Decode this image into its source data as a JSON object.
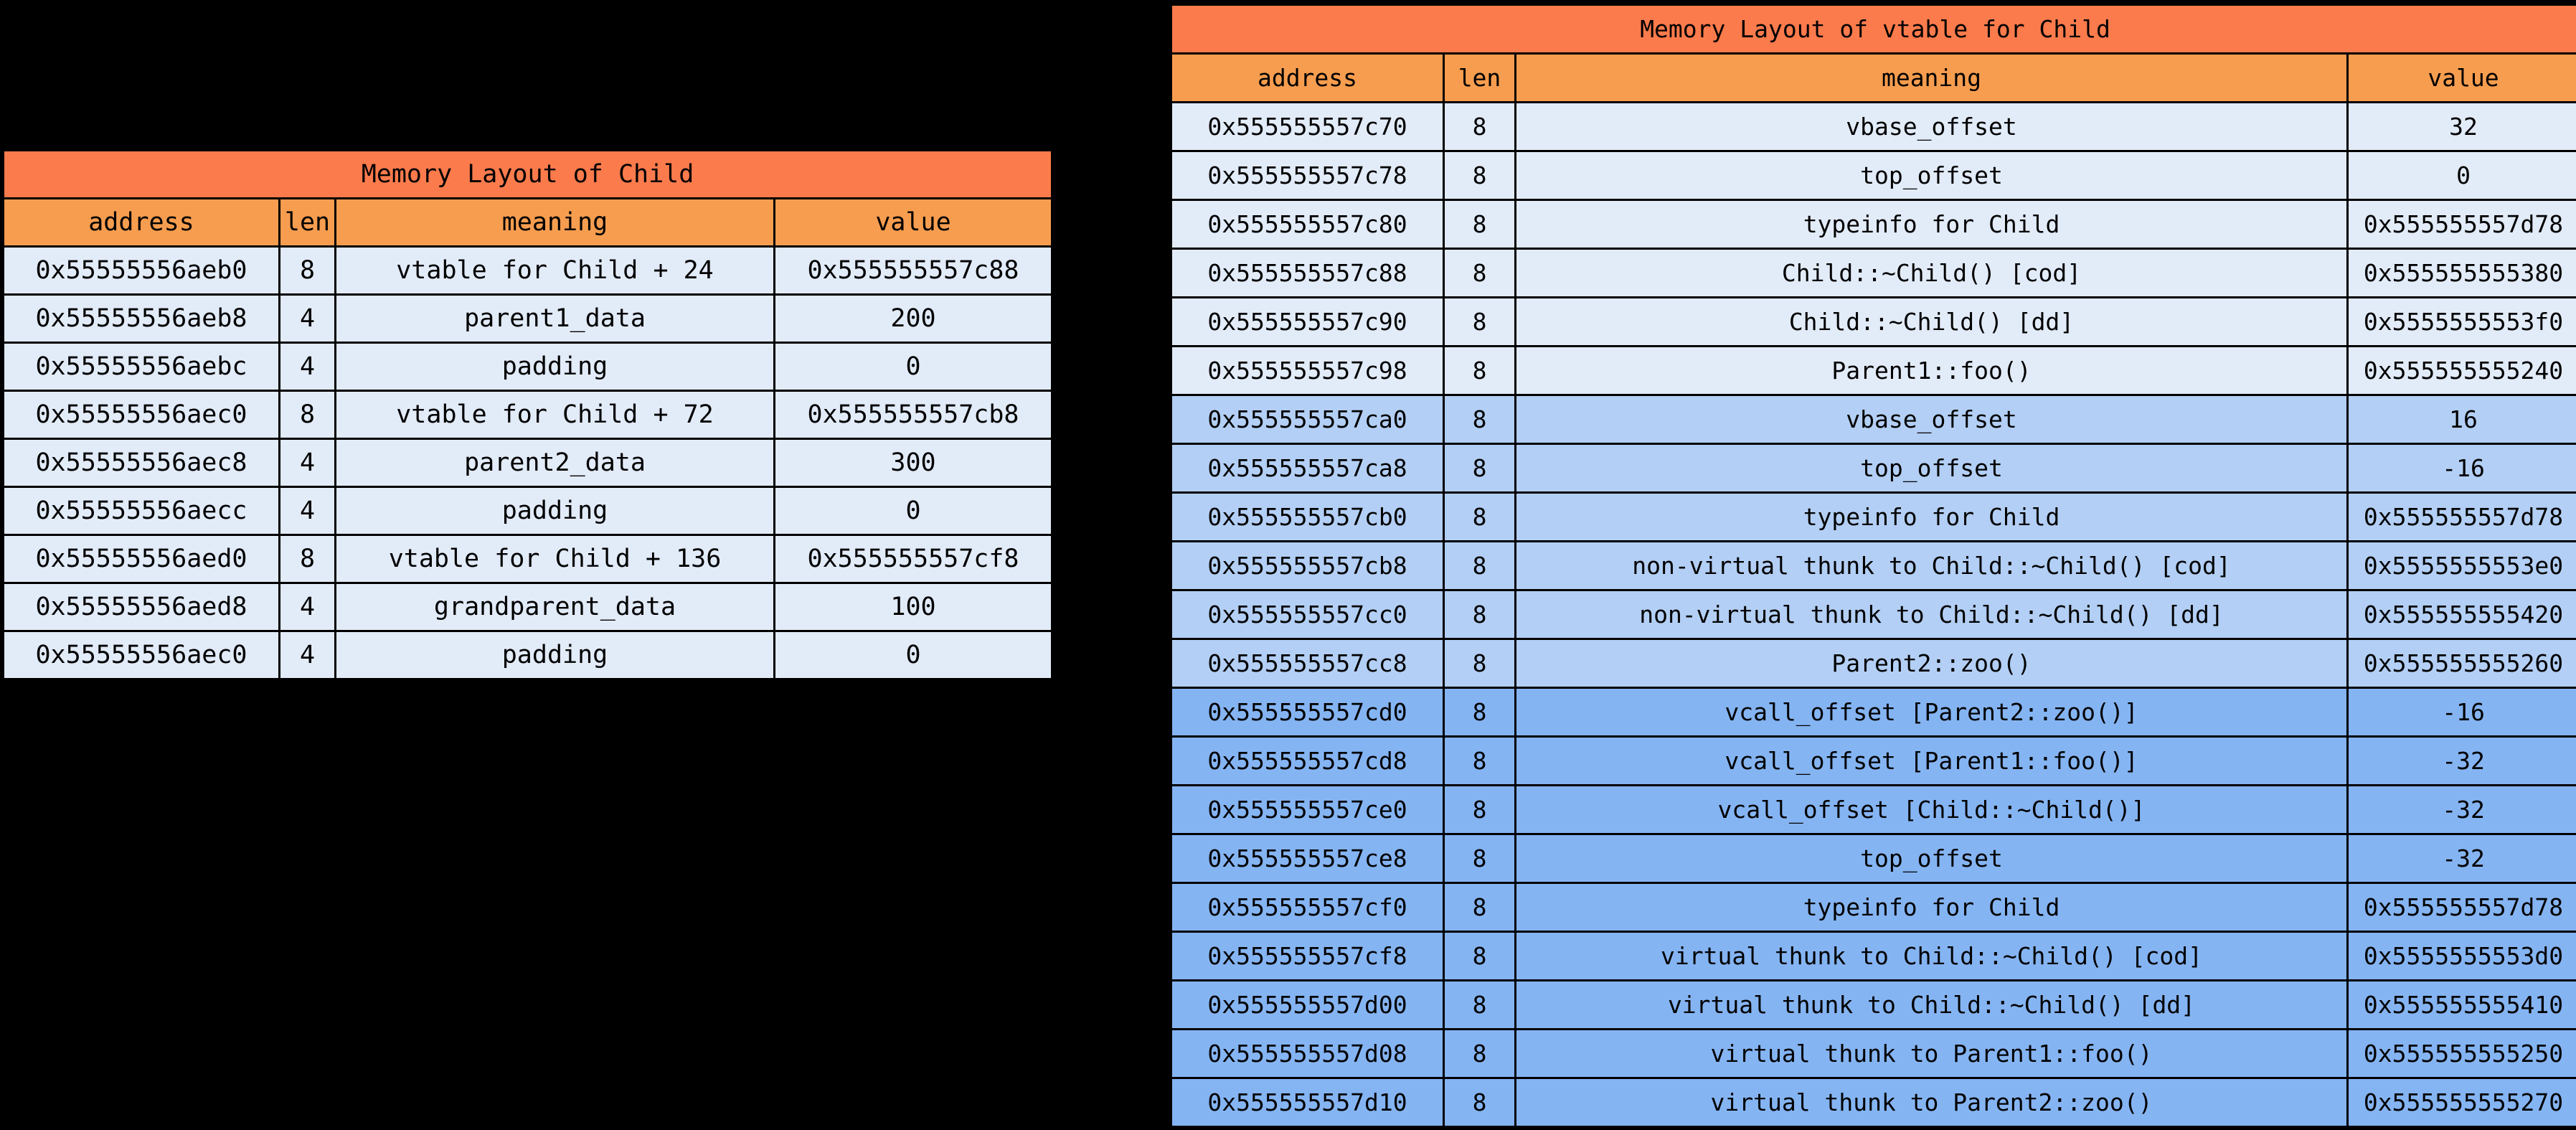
{
  "tables": [
    {
      "id": "memory-layout-of-child",
      "title": "Memory Layout of Child",
      "columns": [
        "address",
        "len",
        "meaning",
        "value"
      ],
      "colors": {
        "title_bg": "#FC7B4C",
        "header_bg": "#F79D4F",
        "group_light": "#E2EBF8",
        "border": "#000000"
      },
      "rows": [
        {
          "address": "0x55555556aeb0",
          "len": "8",
          "meaning": "vtable for Child + 24",
          "value": "0x555555557c88",
          "group": "light"
        },
        {
          "address": "0x55555556aeb8",
          "len": "4",
          "meaning": "parent1_data",
          "value": "200",
          "group": "light"
        },
        {
          "address": "0x55555556aebc",
          "len": "4",
          "meaning": "padding",
          "value": "0",
          "group": "light"
        },
        {
          "address": "0x55555556aec0",
          "len": "8",
          "meaning": "vtable for Child + 72",
          "value": "0x555555557cb8",
          "group": "light"
        },
        {
          "address": "0x55555556aec8",
          "len": "4",
          "meaning": "parent2_data",
          "value": "300",
          "group": "light"
        },
        {
          "address": "0x55555556aecc",
          "len": "4",
          "meaning": "padding",
          "value": "0",
          "group": "light"
        },
        {
          "address": "0x55555556aed0",
          "len": "8",
          "meaning": "vtable for Child + 136",
          "value": "0x555555557cf8",
          "group": "light"
        },
        {
          "address": "0x55555556aed8",
          "len": "4",
          "meaning": "grandparent_data",
          "value": "100",
          "group": "light"
        },
        {
          "address": "0x55555556aec0",
          "len": "4",
          "meaning": "padding",
          "value": "0",
          "group": "light"
        }
      ]
    },
    {
      "id": "memory-layout-of-vtable-for-child",
      "title": "Memory Layout of vtable for Child",
      "columns": [
        "address",
        "len",
        "meaning",
        "value"
      ],
      "colors": {
        "title_bg": "#FC7B4C",
        "header_bg": "#F79D4F",
        "group_light": "#E2EBF8",
        "group_mid": "#B3CFF5",
        "group_dark": "#85B4F2",
        "border": "#000000"
      },
      "rows": [
        {
          "address": "0x555555557c70",
          "len": "8",
          "meaning": "vbase_offset",
          "value": "32",
          "group": "light"
        },
        {
          "address": "0x555555557c78",
          "len": "8",
          "meaning": "top_offset",
          "value": "0",
          "group": "light"
        },
        {
          "address": "0x555555557c80",
          "len": "8",
          "meaning": "typeinfo for Child",
          "value": "0x555555557d78",
          "group": "light"
        },
        {
          "address": "0x555555557c88",
          "len": "8",
          "meaning": "Child::~Child() [cod]",
          "value": "0x555555555380",
          "group": "light"
        },
        {
          "address": "0x555555557c90",
          "len": "8",
          "meaning": "Child::~Child() [dd]",
          "value": "0x5555555553f0",
          "group": "light"
        },
        {
          "address": "0x555555557c98",
          "len": "8",
          "meaning": "Parent1::foo()",
          "value": "0x555555555240",
          "group": "light"
        },
        {
          "address": "0x555555557ca0",
          "len": "8",
          "meaning": "vbase_offset",
          "value": "16",
          "group": "mid"
        },
        {
          "address": "0x555555557ca8",
          "len": "8",
          "meaning": "top_offset",
          "value": "-16",
          "group": "mid"
        },
        {
          "address": "0x555555557cb0",
          "len": "8",
          "meaning": "typeinfo for Child",
          "value": "0x555555557d78",
          "group": "mid"
        },
        {
          "address": "0x555555557cb8",
          "len": "8",
          "meaning": "non-virtual thunk to Child::~Child() [cod]",
          "value": "0x5555555553e0",
          "group": "mid"
        },
        {
          "address": "0x555555557cc0",
          "len": "8",
          "meaning": "non-virtual thunk to Child::~Child() [dd]",
          "value": "0x555555555420",
          "group": "mid"
        },
        {
          "address": "0x555555557cc8",
          "len": "8",
          "meaning": "Parent2::zoo()",
          "value": "0x555555555260",
          "group": "mid"
        },
        {
          "address": "0x555555557cd0",
          "len": "8",
          "meaning": "vcall_offset [Parent2::zoo()]",
          "value": "-16",
          "group": "dark"
        },
        {
          "address": "0x555555557cd8",
          "len": "8",
          "meaning": "vcall_offset [Parent1::foo()]",
          "value": "-32",
          "group": "dark"
        },
        {
          "address": "0x555555557ce0",
          "len": "8",
          "meaning": "vcall_offset [Child::~Child()]",
          "value": "-32",
          "group": "dark"
        },
        {
          "address": "0x555555557ce8",
          "len": "8",
          "meaning": "top_offset",
          "value": "-32",
          "group": "dark"
        },
        {
          "address": "0x555555557cf0",
          "len": "8",
          "meaning": "typeinfo for Child",
          "value": "0x555555557d78",
          "group": "dark"
        },
        {
          "address": "0x555555557cf8",
          "len": "8",
          "meaning": "virtual thunk to Child::~Child() [cod]",
          "value": "0x5555555553d0",
          "group": "dark"
        },
        {
          "address": "0x555555557d00",
          "len": "8",
          "meaning": "virtual thunk to Child::~Child() [dd]",
          "value": "0x555555555410",
          "group": "dark"
        },
        {
          "address": "0x555555557d08",
          "len": "8",
          "meaning": "virtual thunk to Parent1::foo()",
          "value": "0x555555555250",
          "group": "dark"
        },
        {
          "address": "0x555555557d10",
          "len": "8",
          "meaning": "virtual thunk to Parent2::zoo()",
          "value": "0x555555555270",
          "group": "dark"
        }
      ]
    }
  ]
}
